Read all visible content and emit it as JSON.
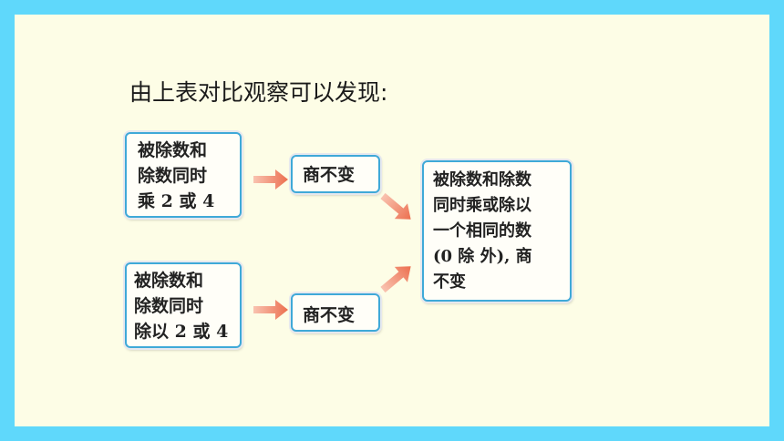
{
  "heading": "由上表对比观察可以发现:",
  "condition_boxes": [
    {
      "lines": [
        "被除数和",
        "除数同时",
        "乘 2 或 4"
      ]
    },
    {
      "lines": [
        "被除数和",
        "除数同时",
        "除以 2 或 4"
      ]
    }
  ],
  "result_boxes": [
    {
      "text": "商不变"
    },
    {
      "text": "商不变"
    }
  ],
  "conclusion": {
    "lines": [
      "被除数和除数",
      "同时乘或除以",
      "一个相同的数",
      "(0 除 外), 商",
      "不变"
    ]
  },
  "colors": {
    "frame": "#5fd8fb",
    "slide_bg": "#fdfde6",
    "box_border": "#3fa9d8",
    "arrow": "#ee7a5b"
  }
}
